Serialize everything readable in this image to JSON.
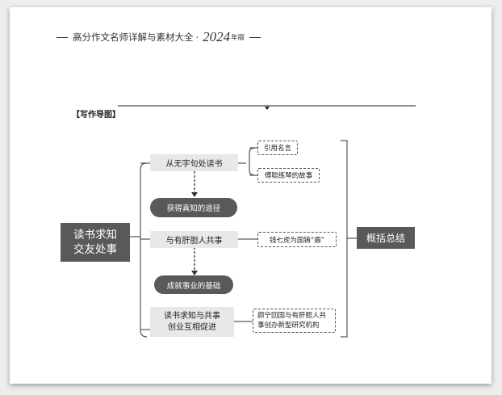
{
  "header": {
    "title": "高分作文名师详解与素材大全",
    "separator": "·",
    "year": "2024",
    "edition": "年版"
  },
  "section": {
    "label": "【写作导图】"
  },
  "mindmap": {
    "central": {
      "line1": "读书求知",
      "line2": "交友处事"
    },
    "branches": [
      {
        "label": "从无字句处读书",
        "examples": [
          "引用名言",
          "傅聪练琴的故事"
        ]
      },
      {
        "label": "获得真知的途径"
      },
      {
        "label": "与有肝胆人共事",
        "examples": [
          "钱七虎为国铸“盾”"
        ]
      },
      {
        "label": "成就事业的基础"
      },
      {
        "label_line1": "读书求知与共事",
        "label_line2": "创业互相促进",
        "examples": [
          {
            "line1": "颜宁回国与有肝胆人共",
            "line2": "事创办新型研究机构"
          }
        ]
      }
    ],
    "summary": "概括总结"
  },
  "colors": {
    "dark_box": "#595959",
    "grey_box": "#e8e8e8",
    "line": "#333333"
  }
}
